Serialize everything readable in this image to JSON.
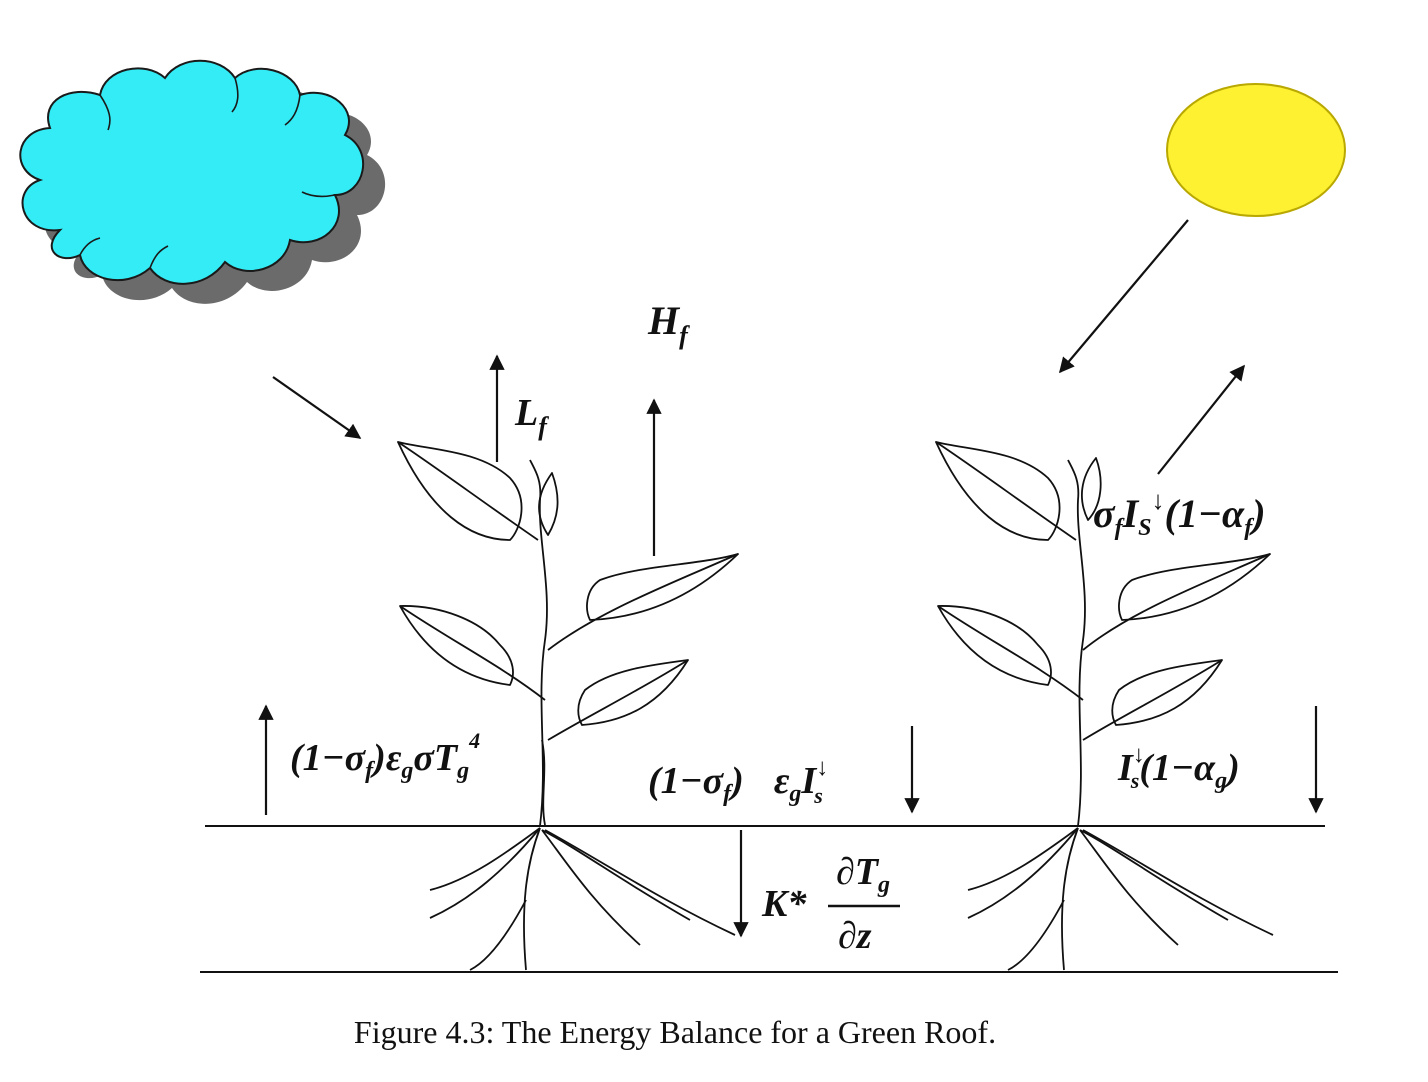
{
  "labels": {
    "sensible_heat": "H",
    "sensible_heat_sub": "f",
    "latent_heat": "L",
    "latent_heat_sub": "f",
    "foliage_shortwave": "σ",
    "foliage_shortwave_rest": "I",
    "foliage_shortwave_tail": "(1−α",
    "ground_emission": "(1−σ",
    "ground_emission_rest": ")ε",
    "ground_emission_tail": "σT",
    "ground_longwave_prefix": "(1−σ",
    "ground_longwave_close": ")",
    "ground_longwave_eps": "ε",
    "ground_longwave_i": "I",
    "ground_shortwave": "I",
    "ground_shortwave_tail": "(1−α",
    "conduction_k": "K*",
    "conduction_numerator": "∂T",
    "conduction_denominator": "∂z"
  },
  "colors": {
    "cloud": "#33ecf5",
    "cloud_shadow": "#6b6b6b",
    "sun": "#fdf132",
    "sun_outline": "#b9a800",
    "ink": "#111111"
  },
  "caption": "Figure 4.3: The Energy Balance for a Green Roof."
}
